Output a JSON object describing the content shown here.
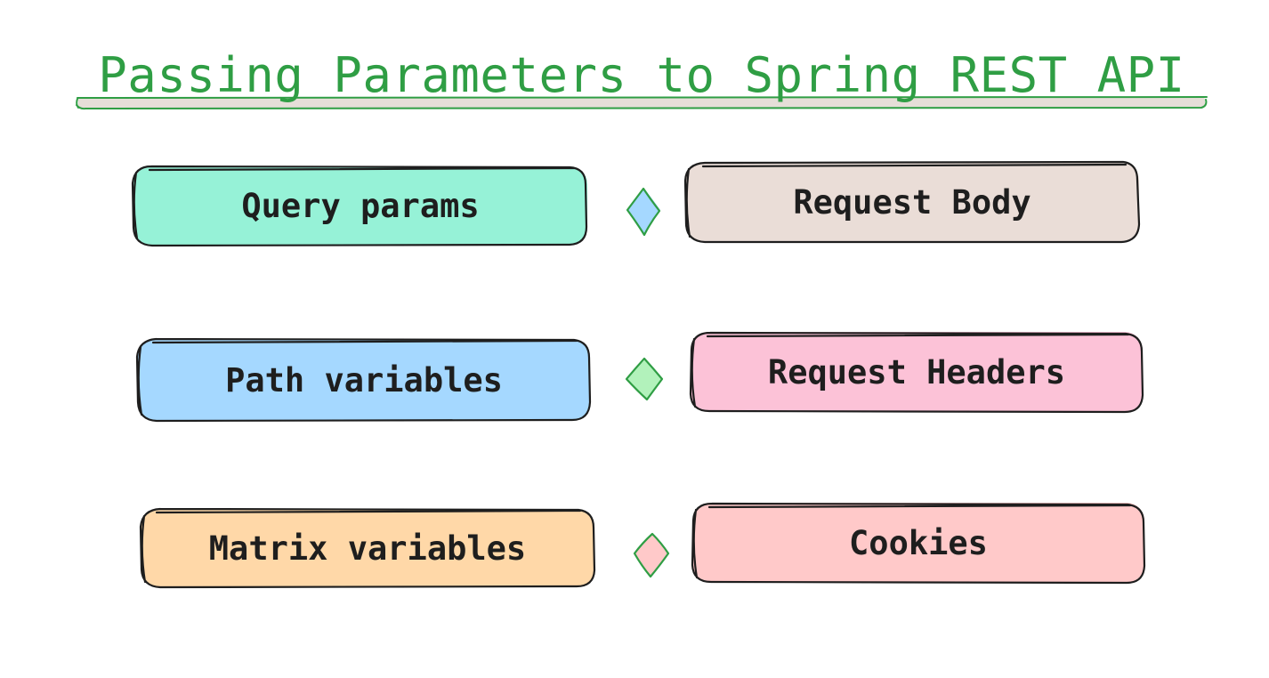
{
  "title": "Passing Parameters to Spring REST API",
  "colors": {
    "title": "#2f9e44",
    "stroke": "#1e1e1e",
    "underline_fill": "#e6ded8",
    "diamond_stroke": "#2f9e44"
  },
  "rows": [
    {
      "left": {
        "label": "Query params",
        "fill": "#96f2d7"
      },
      "connector": {
        "fill": "#a5d8ff"
      },
      "right": {
        "label": "Request Body",
        "fill": "#eaddd7"
      }
    },
    {
      "left": {
        "label": "Path variables",
        "fill": "#a5d8ff"
      },
      "connector": {
        "fill": "#b2f2bb"
      },
      "right": {
        "label": "Request Headers",
        "fill": "#fcc2d7"
      }
    },
    {
      "left": {
        "label": "Matrix variables",
        "fill": "#ffd8a8"
      },
      "connector": {
        "fill": "#ffc9c9"
      },
      "right": {
        "label": "Cookies",
        "fill": "#ffc9c9"
      }
    }
  ]
}
